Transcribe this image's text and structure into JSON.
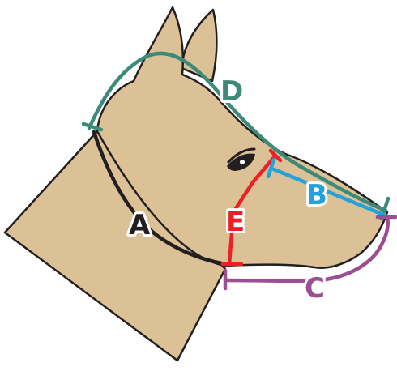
{
  "diagram": {
    "labels": {
      "A": "A",
      "B": "B",
      "C": "C",
      "D": "D",
      "E": "E"
    },
    "colors": {
      "head_fill": "#dcc196",
      "outline": "#231f20",
      "A": "#231f20",
      "B": "#23a2db",
      "C": "#9b4e91",
      "D": "#3d8a78",
      "E": "#ec2027"
    }
  }
}
